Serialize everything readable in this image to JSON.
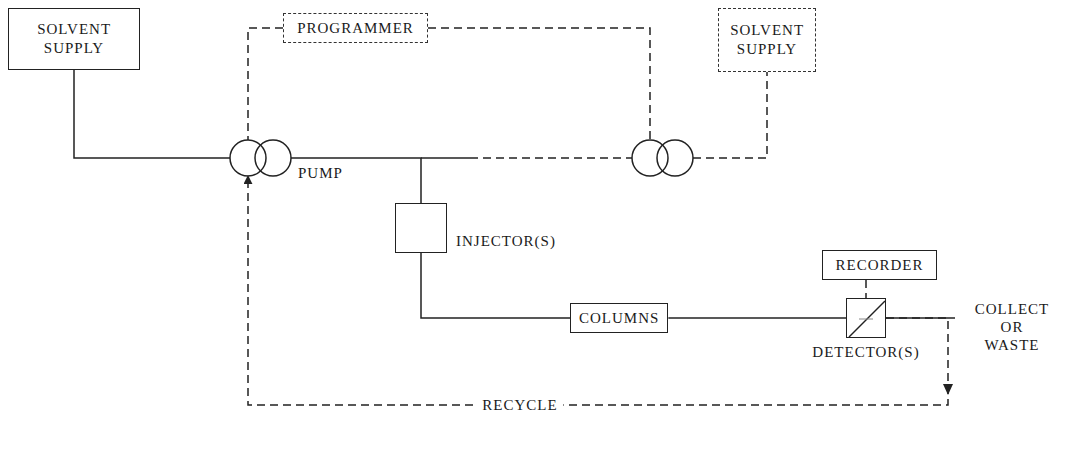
{
  "diagram": {
    "nodes": [
      {
        "text": [
          "SOLVENT SUPPLY"
        ]
      },
      {
        "text": [
          "PROGRAMMER"
        ]
      },
      {
        "text": [
          "SOLVENT SUPPLY"
        ]
      },
      {
        "text": [
          "PUMP"
        ]
      },
      {
        "text": [
          "INJECTOR(S)"
        ]
      },
      {
        "text": [
          "RECORDER"
        ]
      },
      {
        "text": [
          "COLUMNS"
        ]
      },
      {
        "text": [
          "DETECTOR(S)"
        ]
      }
    ],
    "edges": [
      {
        "from": 0,
        "to": 3,
        "arrow": "none"
      },
      {
        "from": 1,
        "to": 3,
        "arrow": "none"
      },
      {
        "from": 3,
        "to": 4,
        "arrow": "none"
      },
      {
        "from": 4,
        "to": 6,
        "arrow": "none"
      },
      {
        "from": 6,
        "to": 7,
        "arrow": "none"
      },
      {
        "from": 5,
        "to": 7,
        "arrow": "none"
      },
      {
        "from": 7,
        "to": 3,
        "label": "RECYCLE",
        "arrow": "to"
      }
    ],
    "labels": [
      "COLLECT OR WASTE"
    ]
  }
}
